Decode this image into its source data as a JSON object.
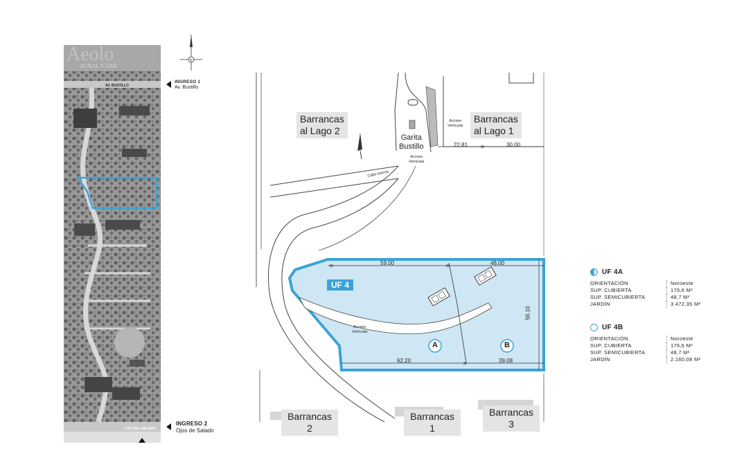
{
  "aerial": {
    "watermark_top": "Aeolo",
    "watermark_sub": "RURAL Y URB",
    "road_top": "AV. BUSTILLO",
    "road_bottom": "OJO DEL SALADO"
  },
  "ingresos": [
    {
      "title": "INGRESO 1",
      "sub": "Av. Bustillo"
    },
    {
      "title": "INGRESO 2",
      "sub": "Ojos de Salado"
    }
  ],
  "compass_label": "N",
  "plan": {
    "neighbors": {
      "lago2": [
        "Barrancas",
        "al Lago 2"
      ],
      "lago1": [
        "Barrancas",
        "al Lago 1"
      ],
      "b2": [
        "Barrancas",
        "2"
      ],
      "b1": [
        "Barrancas",
        "1"
      ],
      "b3": [
        "Barrancas",
        "3"
      ]
    },
    "garita": [
      "Garita",
      "Bustillo"
    ],
    "acceso_vehicular": [
      "Acceso",
      "Vehicular"
    ],
    "calle_interna": "Calle interna",
    "uf_tag": "UF 4",
    "unit_a": "A",
    "unit_b": "B",
    "dims": {
      "top_left": "59.00",
      "top_right": "48.00",
      "bottom_left": "62.20",
      "bottom_right": "39.08",
      "side": "56.10",
      "lot1_left": "22.81",
      "lot1_right": "30.00"
    },
    "colors": {
      "accent": "#3aa3d6",
      "fill": "#cfe7f4"
    }
  },
  "legend": {
    "units": [
      {
        "name": "UF 4A",
        "rows": [
          {
            "label": "ORIENTACIÓN",
            "value": "Noroeste"
          },
          {
            "label": "SUP. CUBIERTA",
            "value": "176,6 M²"
          },
          {
            "label": "SUP. SEMICUBIERTA",
            "value": "48,7 M²"
          },
          {
            "label": "JARDÍN",
            "value": "3.472,35 M²"
          }
        ]
      },
      {
        "name": "UF 4B",
        "rows": [
          {
            "label": "ORIENTACIÓN",
            "value": "Noroeste"
          },
          {
            "label": "SUP. CUBIERTA",
            "value": "176,6 M²"
          },
          {
            "label": "SUP. SEMICUBIERTA",
            "value": "48,7 M²"
          },
          {
            "label": "JARDÍN",
            "value": "2.160,08 M²"
          }
        ]
      }
    ]
  }
}
